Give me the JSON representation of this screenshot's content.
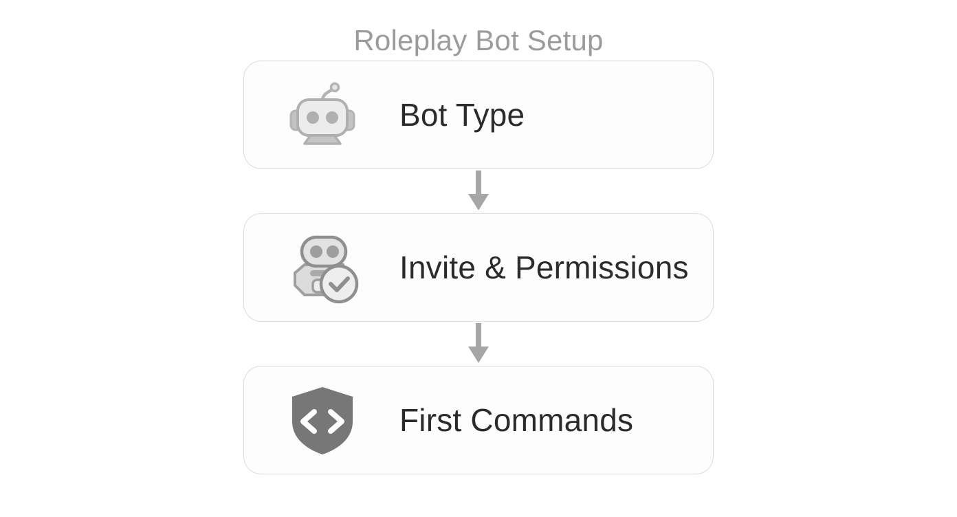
{
  "diagram": {
    "title": "Roleplay Bot Setup",
    "background_color": "#ffffff",
    "card_border_color": "#dcdcdc",
    "title_color": "#9b9b9b",
    "label_color": "#2b2b2b",
    "arrow_color": "#9e9e9e",
    "steps": [
      {
        "label": "Bot Type",
        "icon": "robot-head-icon"
      },
      {
        "label": "Invite & Permissions",
        "icon": "robot-check-badge-icon"
      },
      {
        "label": "First Commands",
        "icon": "shield-code-icon"
      }
    ],
    "connectors": [
      {
        "name": "arrow-down-icon",
        "from": "Bot Type",
        "to": "Invite & Permissions"
      },
      {
        "name": "arrow-down-icon",
        "from": "Invite & Permissions",
        "to": "First Commands"
      }
    ]
  }
}
